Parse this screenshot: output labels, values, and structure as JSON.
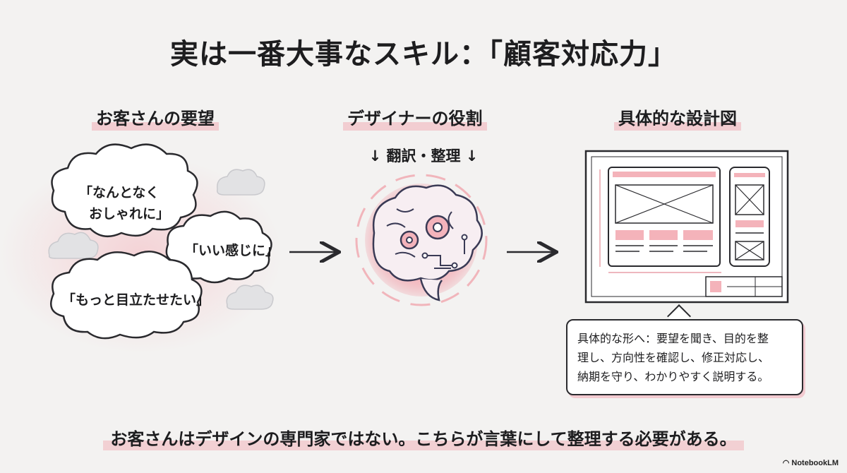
{
  "title": "実は一番大事なスキル：「顧客対応力」",
  "columns": {
    "left": {
      "heading": "お客さんの要望"
    },
    "middle": {
      "heading": "デザイナーの役割",
      "subheading": "↓ 翻訳・整理 ↓"
    },
    "right": {
      "heading": "具体的な設計図"
    }
  },
  "clouds": {
    "c1_line1": "「なんとなく",
    "c1_line2": "おしゃれに」",
    "c2": "「いい感じに」",
    "c3": "「もっと目立たせたい」"
  },
  "callout": {
    "line1": "具体的な形へ：要望を聞き、目的を整",
    "line2": "理し、方向性を確認し、修正対応し、",
    "line3": "納期を守り、わかりやすく説明する。"
  },
  "bottom_message": "お客さんはデザインの専門家ではない。こちらが言葉にして整理する必要がある。",
  "brand": "NotebookLM",
  "colors": {
    "accent_pink": "#f2a6ae",
    "ink": "#2a2a2e",
    "background": "#f3f2f1"
  }
}
